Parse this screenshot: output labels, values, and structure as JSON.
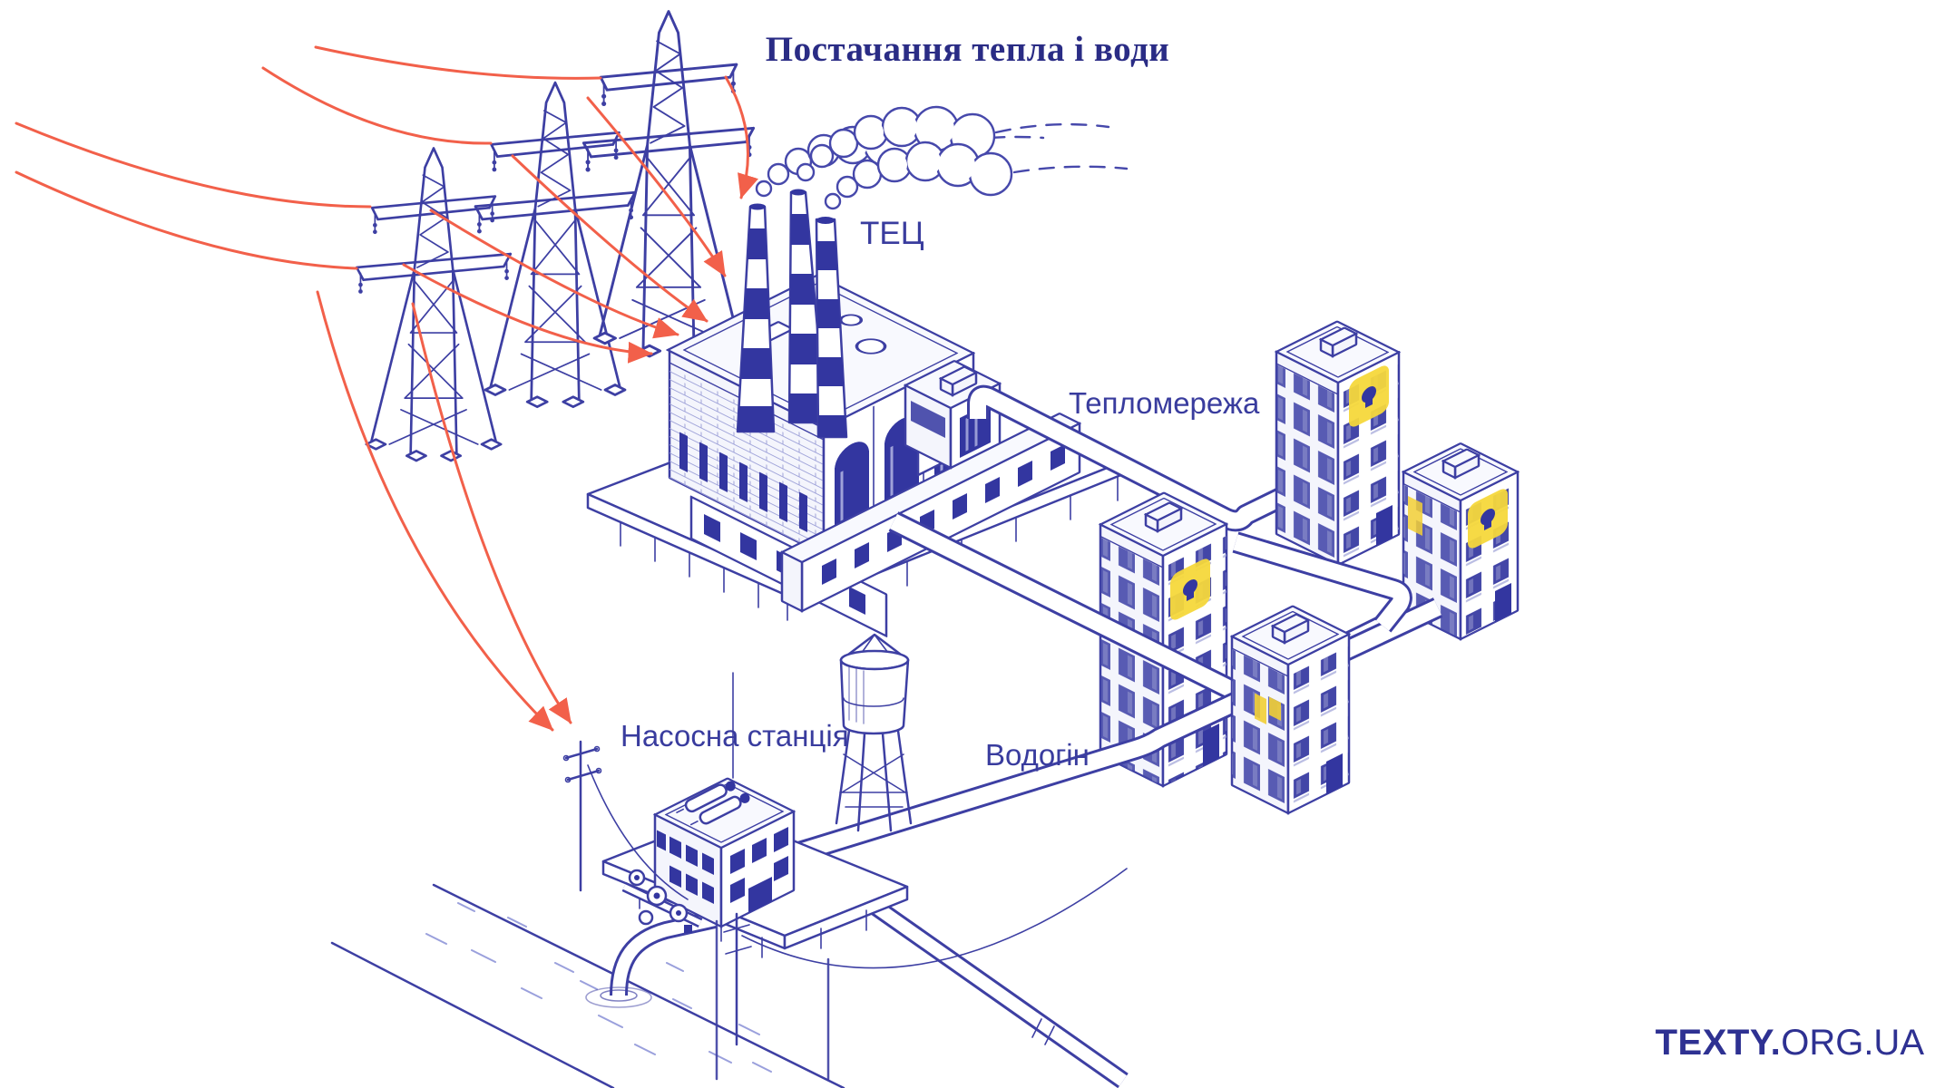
{
  "title": "Постачання тепла і води",
  "labels": {
    "plant": "ТЕЦ",
    "heat_network": "Тепломережа",
    "pump_station": "Насосна станція",
    "water_main": "Водогін"
  },
  "branding": {
    "bold": "TEXTY.",
    "rest": "ORG.UA"
  },
  "palette": {
    "ink": "#3d3fa3",
    "title_navy": "#2a2c85",
    "label_navy": "#393c9e",
    "power_line_red": "#f2604a",
    "window_navy": "#3336a0",
    "lit_window_yellow": "#f6d83b",
    "wash_lavender": "#dfe1f5",
    "logo_navy": "#2e3192",
    "background": "#ffffff"
  },
  "scene": {
    "power_source": {
      "name": "transmission-towers",
      "count": 3
    },
    "power_lines": {
      "name": "power-lines-red-arrows",
      "count": 9
    },
    "plant": {
      "name": "chp-plant",
      "chimneys": 3,
      "label": "ТЕЦ"
    },
    "heat_network": {
      "name": "heat-pipes",
      "label": "Тепломережа"
    },
    "buildings": {
      "name": "apartment-buildings",
      "count": 4,
      "lit_windows": 4
    },
    "water_tower": {
      "name": "water-tower"
    },
    "pump_station": {
      "name": "pump-station",
      "label": "Насосна станція"
    },
    "water_main": {
      "name": "water-pipes",
      "label": "Водогін"
    },
    "river": {
      "name": "river"
    }
  }
}
